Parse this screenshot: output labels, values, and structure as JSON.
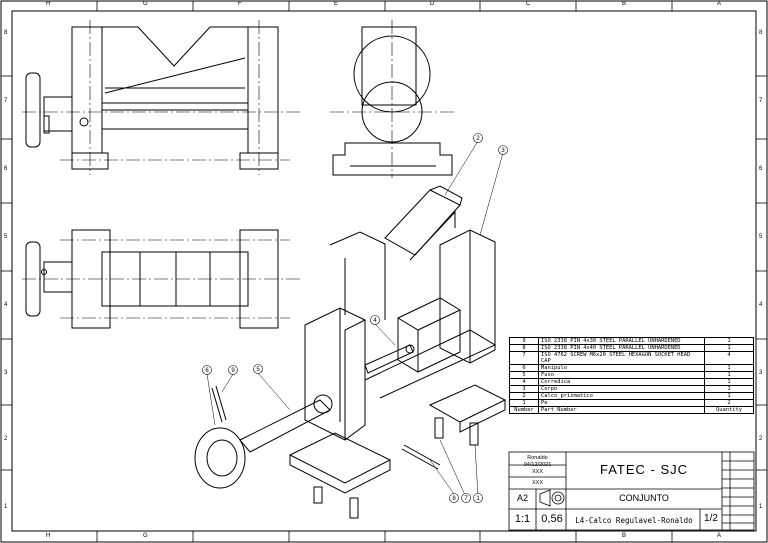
{
  "zones": {
    "columns": [
      "H",
      "G",
      "F",
      "E",
      "D",
      "C",
      "B",
      "A"
    ],
    "rows": [
      "8",
      "7",
      "6",
      "5",
      "4",
      "3",
      "2",
      "1"
    ]
  },
  "bom": {
    "header": {
      "number": "Number",
      "part": "Part Number",
      "quantity": "Quantity"
    },
    "rows": [
      {
        "number": "9",
        "part": "ISO 2338 PIN 4x30 STEEL PARALLEL UNHARDENED",
        "qty": "1"
      },
      {
        "number": "8",
        "part": "ISO 2338 PIN 4x40 STEEL PARALLEL UNHARDENED",
        "qty": "1"
      },
      {
        "number": "7",
        "part": "ISO 4762 SCREW M6x20 STEEL HEXAGON SOCKET HEAD CAP",
        "qty": "4"
      },
      {
        "number": "6",
        "part": "Manipulo",
        "qty": "1"
      },
      {
        "number": "5",
        "part": "Fuso",
        "qty": "1"
      },
      {
        "number": "4",
        "part": "Corredica",
        "qty": "1"
      },
      {
        "number": "3",
        "part": "Corpo",
        "qty": "1"
      },
      {
        "number": "2",
        "part": "Calco_prismatico",
        "qty": "1"
      },
      {
        "number": "1",
        "part": "Pe",
        "qty": "2"
      }
    ]
  },
  "title_block": {
    "author": "Ronaldo",
    "date": "04/12/2021",
    "checked": "XXX",
    "approved": "XXX",
    "institution": "FATEC - SJC",
    "format": "A2",
    "title": "CONJUNTO",
    "scale": "1:1",
    "weight": "0,56",
    "filename": "L4-Calco Regulavel-Ronaldo",
    "sheet": "1/2"
  },
  "balloons": [
    "2",
    "3",
    "4",
    "5",
    "6",
    "9",
    "8",
    "7",
    "1"
  ]
}
